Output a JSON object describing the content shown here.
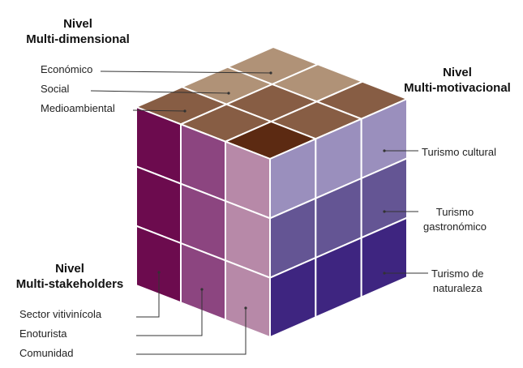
{
  "headings": {
    "dimensional": {
      "line1": "Nivel",
      "line2": "Multi-dimensional"
    },
    "motivational": {
      "line1": "Nivel",
      "line2": "Multi-motivacional"
    },
    "stakeholders": {
      "line1": "Nivel",
      "line2": "Multi-stakeholders"
    }
  },
  "dimensional_items": [
    "Económico",
    "Social",
    "Medioambiental"
  ],
  "motivational_items": [
    {
      "line1": "Turismo cultural",
      "line2": ""
    },
    {
      "line1": "Turismo",
      "line2": "gastronómico"
    },
    {
      "line1": "Turismo de",
      "line2": "naturaleza"
    }
  ],
  "stakeholder_items": [
    "Sector vitivinícola",
    "Enoturista",
    "Comunidad"
  ],
  "colors": {
    "top_light": "#b09277",
    "top_mid": "#875d44",
    "top_dark": "#5c2a12",
    "left_dark": "#6c0b4e",
    "left_mid": "#8c4580",
    "left_light": "#b789a8",
    "right_top": "#9a8fbd",
    "right_mid": "#645594",
    "right_bottom": "#3e2580",
    "grid_line": "#ffffff",
    "leader_line": "#333333"
  }
}
